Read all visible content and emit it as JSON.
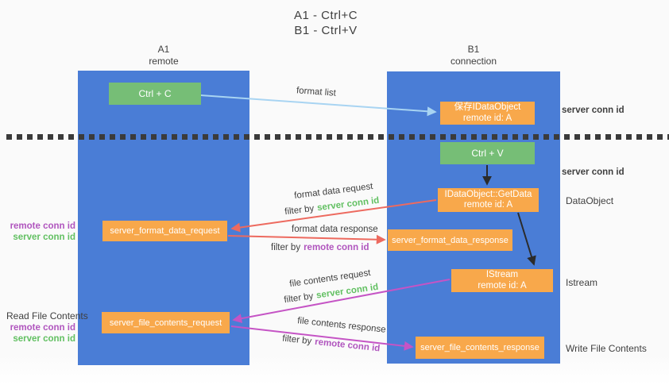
{
  "title": {
    "line1": "A1 - Ctrl+C",
    "line2": "B1 - Ctrl+V"
  },
  "columns": {
    "a": {
      "id": "A1",
      "name": "remote"
    },
    "b": {
      "id": "B1",
      "name": "connection"
    }
  },
  "nodes": {
    "ctrl_c": "Ctrl + C",
    "ctrl_v": "Ctrl + V",
    "save_dataobject": {
      "line1": "保存IDataObject",
      "line2": "remote id: A"
    },
    "getdata": {
      "line1": "IDataObject::GetData",
      "line2": "remote id: A"
    },
    "istream": {
      "line1": "IStream",
      "line2": "remote id: A"
    },
    "format_request": "server_format_data_request",
    "format_response": "server_format_data_response",
    "file_request": "server_file_contents_request",
    "file_response": "server_file_contents_response"
  },
  "edge_labels": {
    "format_list": "format list",
    "format_data_request": "format data request",
    "format_data_response": "format data response",
    "file_contents_request": "file contents request",
    "file_contents_response": "file contents response",
    "filter_by": "filter by",
    "server_conn_id": "server conn id",
    "remote_conn_id": "remote conn id"
  },
  "side_labels": {
    "server_conn_id": "server conn id",
    "remote_conn_id": "remote conn id",
    "dataobject": "DataObject",
    "istream": "Istream",
    "write_file_contents": "Write File Contents",
    "read_file_contents": "Read File Contents"
  },
  "colors": {
    "lane_blue": "#4A7DD6",
    "node_green": "#76BE76",
    "node_orange": "#F8A84B",
    "accent_green": "#62C062",
    "accent_purple": "#B055BE",
    "arrow_red": "#ED6A5F",
    "arrow_magenta": "#C554C5",
    "arrow_light_blue": "#A8D4F2",
    "arrow_black": "#2B2B2B",
    "text_dark": "#3F3F3F",
    "background": "#FAFAFA"
  }
}
